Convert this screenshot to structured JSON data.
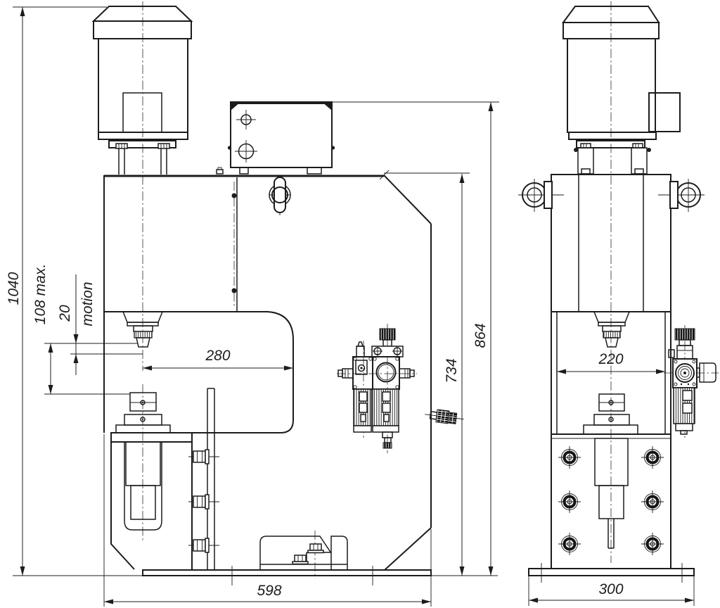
{
  "drawing": {
    "type": "engineering-drawing",
    "subject": "pneumatic-press-two-views",
    "background_color": "#ffffff",
    "line_color": "#1c1c1c",
    "dims": {
      "overall_height": "1040",
      "max_stroke": "108 max.",
      "motion_stroke": "20",
      "motion_label": "motion",
      "throat_depth": "280",
      "frame_width": "598",
      "frame_height": "734",
      "total_height_right": "864",
      "side_inner_width": "220",
      "base_depth_side": "300"
    }
  }
}
